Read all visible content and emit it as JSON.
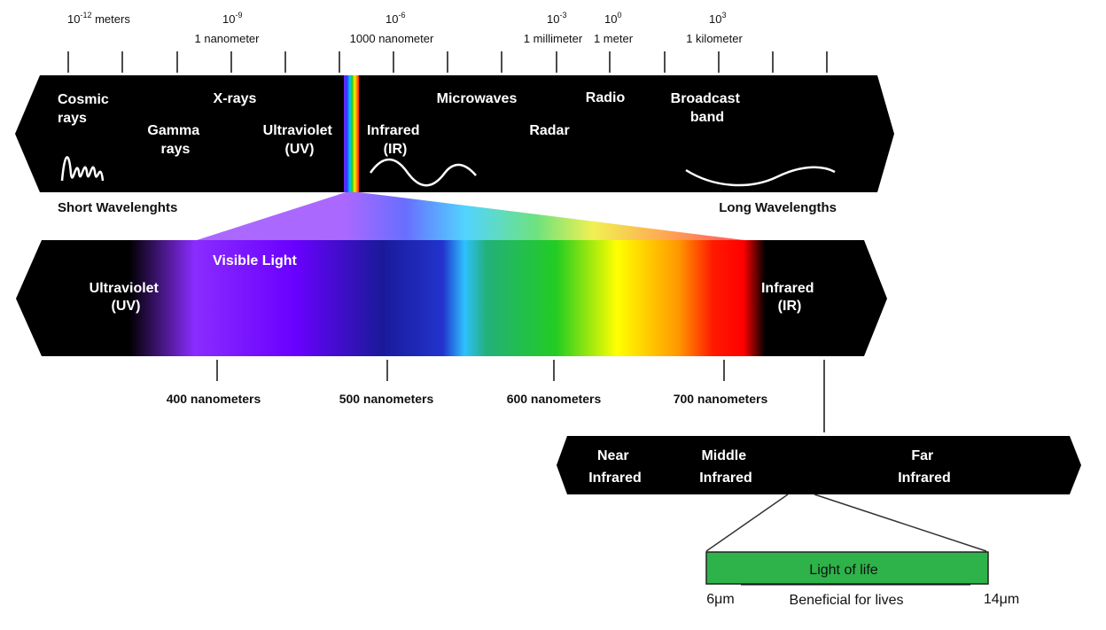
{
  "scale": {
    "ticks": [
      {
        "exp": "-12",
        "line2": "",
        "unit_inline": " meters"
      },
      {
        "exp": "-9",
        "line2": "1 nanometer",
        "unit_inline": ""
      },
      {
        "exp": "-6",
        "line2": "1000 nanometer",
        "unit_inline": ""
      },
      {
        "exp": "-3",
        "line2": "1 millimeter",
        "unit_inline": ""
      },
      {
        "exp": "0",
        "line2": "1 meter",
        "unit_inline": ""
      },
      {
        "exp": "3",
        "line2": "1 kilometer",
        "unit_inline": ""
      }
    ]
  },
  "spectrum": {
    "cosmic": [
      "Cosmic",
      "rays"
    ],
    "gamma": [
      "Gamma",
      "rays"
    ],
    "xrays": "X-rays",
    "uv": [
      "Ultraviolet",
      "(UV)"
    ],
    "ir": [
      "Infrared",
      "(IR)"
    ],
    "microwaves": "Microwaves",
    "radar": "Radar",
    "radio": "Radio",
    "broadcast": [
      "Broadcast",
      "band"
    ],
    "short": "Short Wavelenghts",
    "long": "Long Wavelengths"
  },
  "visible": {
    "uv": [
      "Ultraviolet",
      "(UV)"
    ],
    "title": "Visible Light",
    "ir": [
      "Infrared",
      "(IR)"
    ],
    "nm": [
      "400 nanometers",
      "500 nanometers",
      "600 nanometers",
      "700 nanometers"
    ]
  },
  "infrared": {
    "near": [
      "Near",
      "Infrared"
    ],
    "middle": [
      "Middle",
      "Infrared"
    ],
    "far": [
      "Far",
      "Infrared"
    ]
  },
  "life": {
    "bar_label": "Light of life",
    "left": "6μm",
    "right": "14μm",
    "caption": "Beneficial for lives",
    "bar_color": "#2db34a"
  }
}
